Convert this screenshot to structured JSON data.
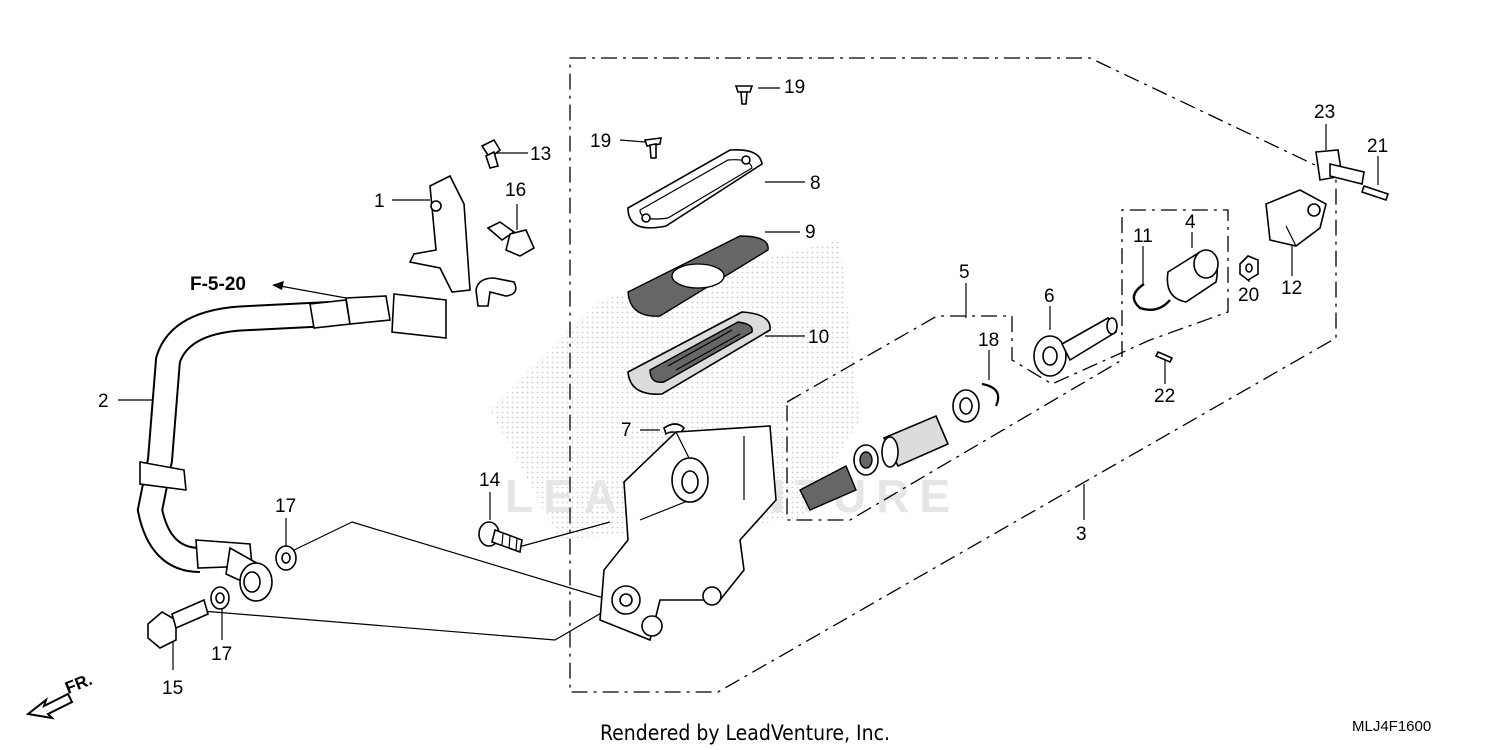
{
  "diagram": {
    "callouts": {
      "c1": "1",
      "c2": "2",
      "c3": "3",
      "c4": "4",
      "c5": "5",
      "c6": "6",
      "c7": "7",
      "c8": "8",
      "c9": "9",
      "c10": "10",
      "c11": "11",
      "c12": "12",
      "c13": "13",
      "c14": "14",
      "c15": "15",
      "c16": "16",
      "c17a": "17",
      "c17b": "17",
      "c18": "18",
      "c19a": "19",
      "c19b": "19",
      "c20": "20",
      "c21": "21",
      "c22": "22",
      "c23": "23"
    },
    "reference": "F-5-20",
    "front_indicator": "FR.",
    "watermark": "LEADVENTURE",
    "credit": "Rendered by LeadVenture, Inc.",
    "diagram_code": "MLJ4F1600"
  }
}
